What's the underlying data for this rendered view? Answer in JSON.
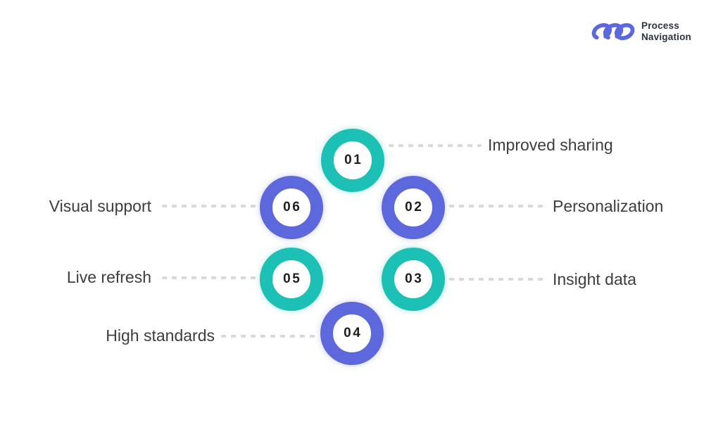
{
  "logo": {
    "name": "Process Navigation",
    "line1": "Process",
    "line2": "Navigation",
    "icon": "chain-loops-icon",
    "icon_color": "#5b68df",
    "text_color": "#2d3240"
  },
  "colors": {
    "teal": "#1cc0b4",
    "purple": "#5d68dc",
    "connector_gray": "#d9d9d9",
    "label_text": "#3d3d3d",
    "number_text": "#1e1e1e",
    "background": "#ffffff"
  },
  "diagram": {
    "type": "circular-process-infographic",
    "steps": [
      {
        "number": "01",
        "label": "Improved sharing",
        "color": "teal",
        "label_side": "right"
      },
      {
        "number": "02",
        "label": "Personalization",
        "color": "purple",
        "label_side": "right"
      },
      {
        "number": "03",
        "label": "Insight data",
        "color": "teal",
        "label_side": "right"
      },
      {
        "number": "04",
        "label": "High standards",
        "color": "purple",
        "label_side": "left"
      },
      {
        "number": "05",
        "label": "Live refresh",
        "color": "teal",
        "label_side": "left"
      },
      {
        "number": "06",
        "label": "Visual support",
        "color": "purple",
        "label_side": "left"
      }
    ]
  }
}
